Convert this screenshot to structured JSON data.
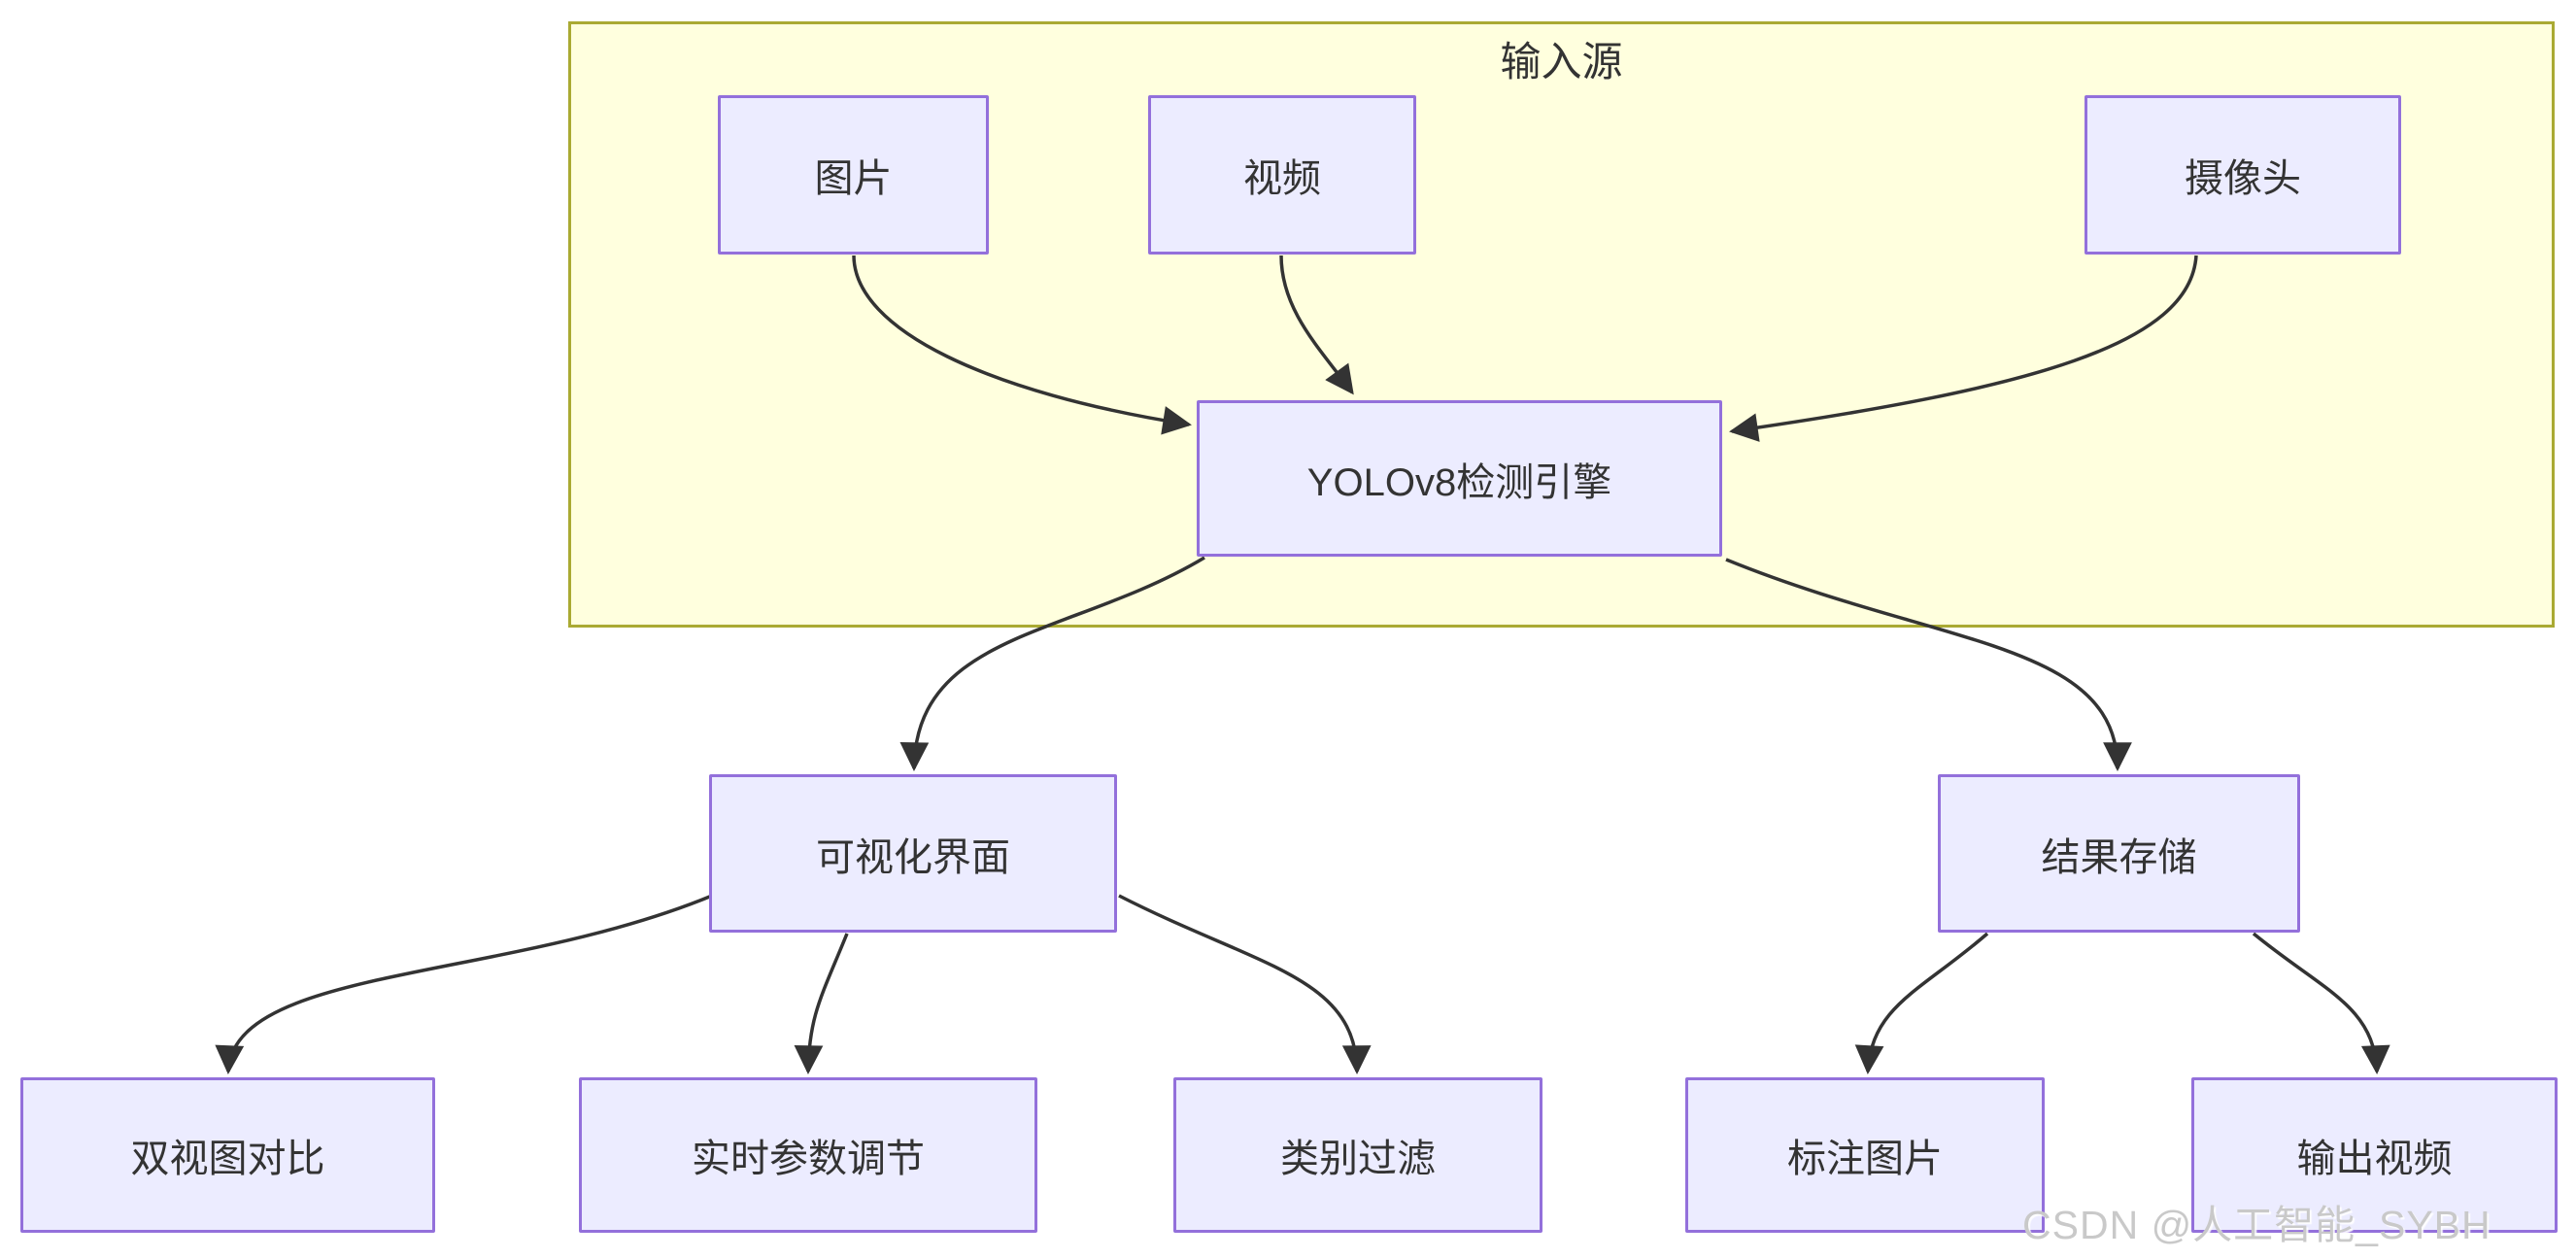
{
  "diagram": {
    "type": "flowchart",
    "cluster": {
      "label": "输入源"
    },
    "nodes": [
      {
        "id": "image",
        "label": "图片"
      },
      {
        "id": "video",
        "label": "视频"
      },
      {
        "id": "camera",
        "label": "摄像头"
      },
      {
        "id": "engine",
        "label": "YOLOv8检测引擎"
      },
      {
        "id": "ui",
        "label": "可视化界面"
      },
      {
        "id": "storage",
        "label": "结果存储"
      },
      {
        "id": "dualview",
        "label": "双视图对比"
      },
      {
        "id": "params",
        "label": "实时参数调节"
      },
      {
        "id": "filter",
        "label": "类别过滤"
      },
      {
        "id": "annotated",
        "label": "标注图片"
      },
      {
        "id": "outvideo",
        "label": "输出视频"
      }
    ],
    "edges": [
      {
        "from": "图片",
        "to": "YOLOv8检测引擎"
      },
      {
        "from": "视频",
        "to": "YOLOv8检测引擎"
      },
      {
        "from": "摄像头",
        "to": "YOLOv8检测引擎"
      },
      {
        "from": "YOLOv8检测引擎",
        "to": "可视化界面"
      },
      {
        "from": "YOLOv8检测引擎",
        "to": "结果存储"
      },
      {
        "from": "可视化界面",
        "to": "双视图对比"
      },
      {
        "from": "可视化界面",
        "to": "实时参数调节"
      },
      {
        "from": "可视化界面",
        "to": "类别过滤"
      },
      {
        "from": "结果存储",
        "to": "标注图片"
      },
      {
        "from": "结果存储",
        "to": "输出视频"
      }
    ],
    "colors": {
      "node_fill": "#ECECFF",
      "node_border": "#9370DB",
      "cluster_fill": "#FFFFDE",
      "cluster_border": "#AAAA33",
      "edge": "#333333",
      "text": "#333333",
      "watermark": "#C9C9C9",
      "background": "#FFFFFF"
    },
    "watermark": {
      "text": "CSDN @人工智能_SYBH"
    }
  }
}
